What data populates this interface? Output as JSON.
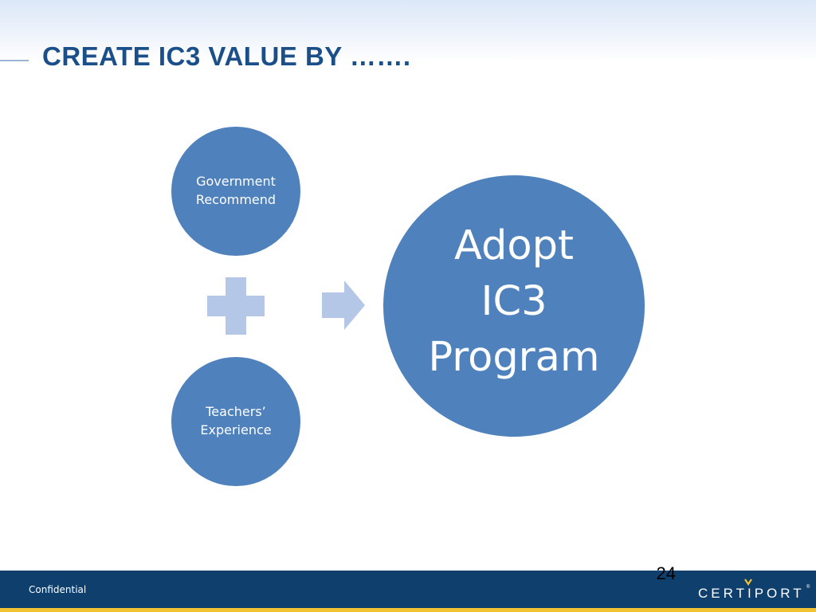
{
  "slide": {
    "title": "CREATE IC3 VALUE BY ……."
  },
  "diagram": {
    "inputs": [
      {
        "label": "Government\nRecommend"
      },
      {
        "label": "Teachers’\nExperience"
      }
    ],
    "combine_icon": "plus-icon",
    "flow_icon": "arrow-right-icon",
    "result": {
      "label": "Adopt\nIC3\nProgram"
    }
  },
  "footer": {
    "confidential": "Confidential",
    "page_number": "24",
    "brand": "CERTIPORT"
  },
  "colors": {
    "title": "#1b4f8a",
    "circle_fill": "#4f81bd",
    "icon_fill": "#b4c7e7",
    "footer_band": "#0e3f6d",
    "footer_stripe": "#f1c232"
  }
}
